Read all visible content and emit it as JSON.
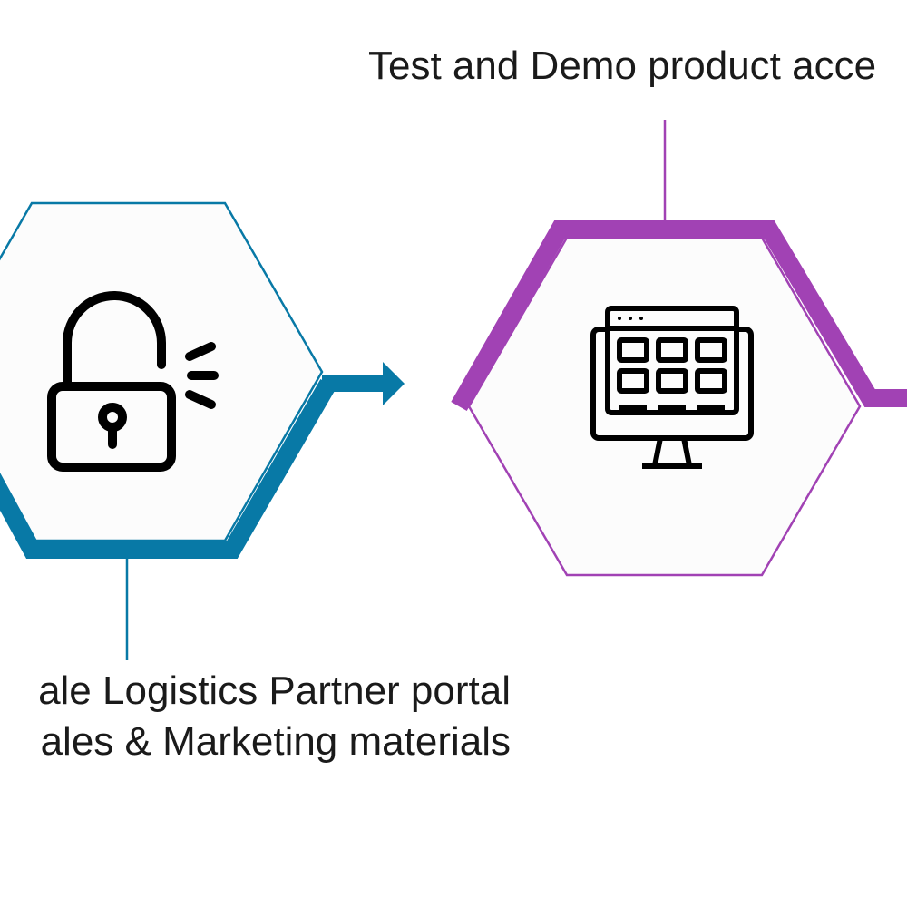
{
  "steps": [
    {
      "icon": "unlocked-padlock-icon",
      "color": "#0879A6",
      "label_lines": [
        "ale Logistics Partner portal",
        "ales & Marketing materials"
      ]
    },
    {
      "icon": "monitor-grid-icon",
      "color": "#A142B4",
      "label_lines": [
        "Test and Demo product acce"
      ]
    }
  ],
  "colors": {
    "background": "#FFFFFF",
    "hexagon_fill": "#FCFCFC",
    "text": "#1A1A1A",
    "icon": "#000000"
  }
}
